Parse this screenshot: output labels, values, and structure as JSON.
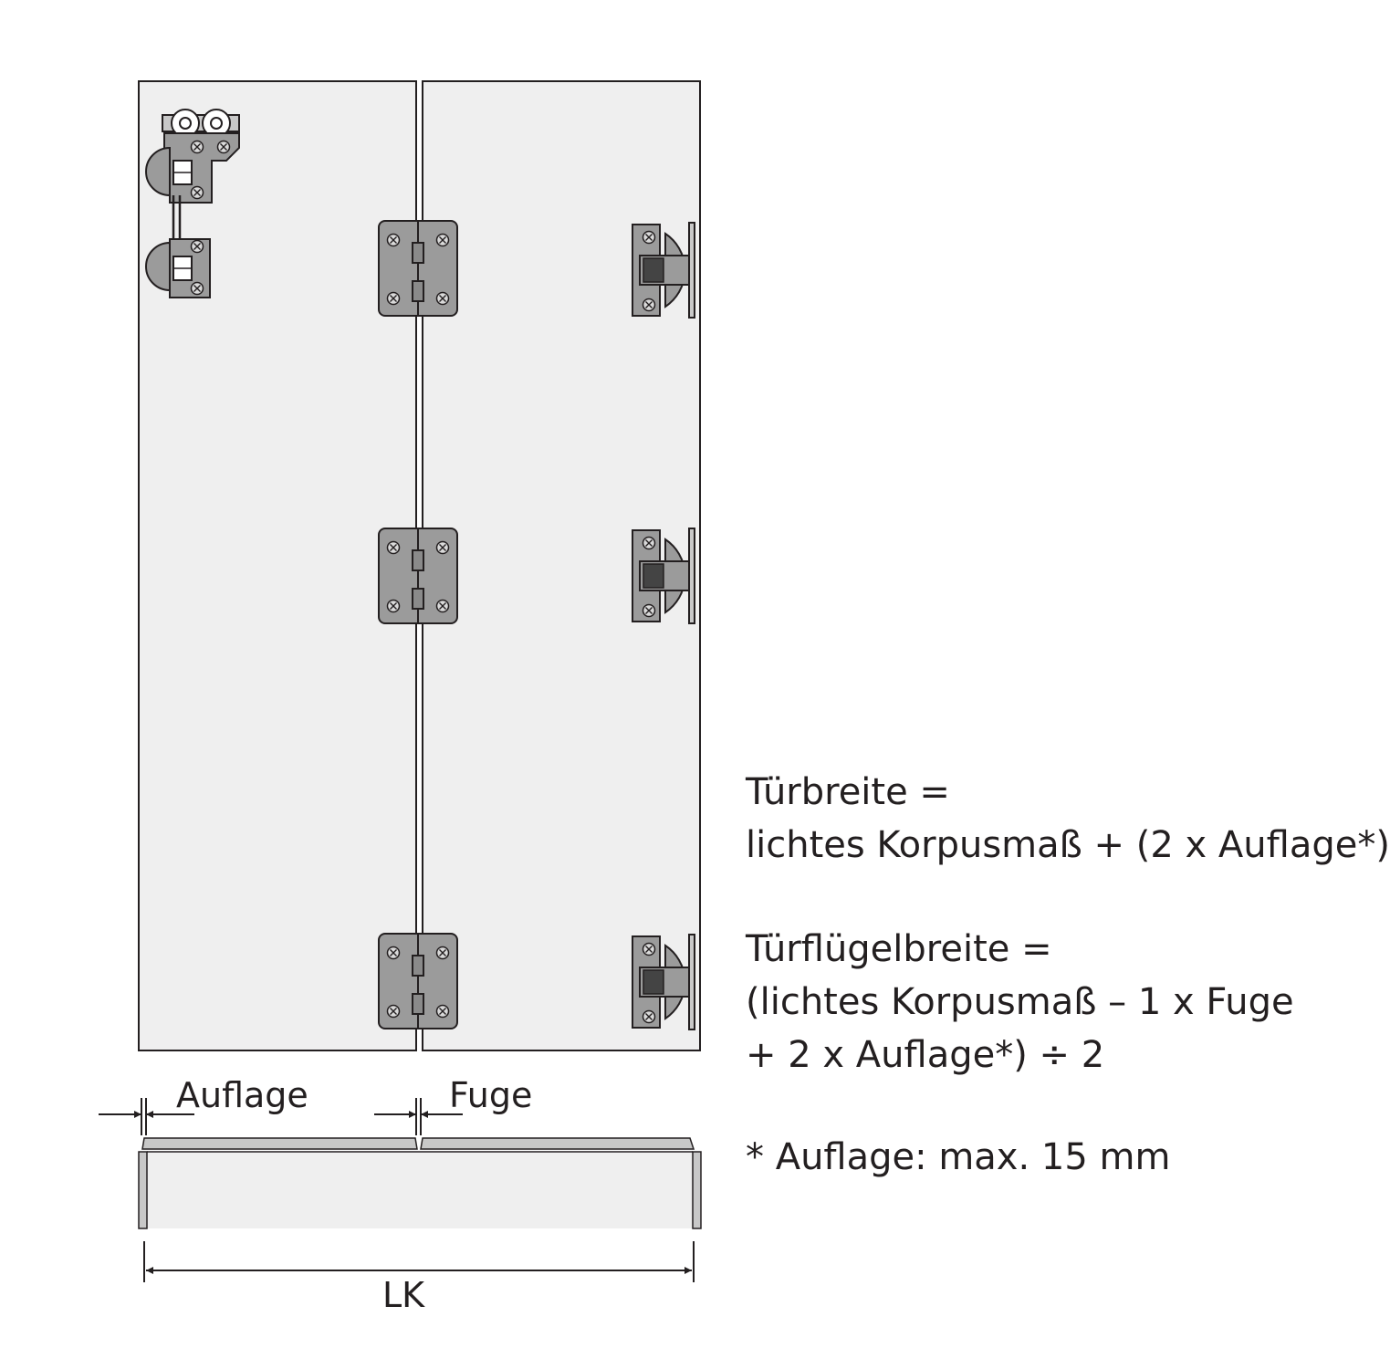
{
  "labels": {
    "auflage": "Auflage",
    "fuge": "Fuge",
    "lk": "LK"
  },
  "formulas": {
    "door_width_title": "Türbreite =",
    "door_width_expr": "lichtes Korpusmaß + (2 x Auflage*)",
    "leaf_width_title": "Türflügelbreite =",
    "leaf_width_expr_1": "(lichtes Korpusmaß – 1 x Fuge",
    "leaf_width_expr_2": "+ 2 x Auflage*) ÷ 2",
    "footnote": "*  Auflage: max. 15 mm"
  },
  "colors": {
    "panel_fill": "#efefef",
    "outline": "#231f20",
    "hardware": "#9b9b9b",
    "hardware_dark": "#6e6e6e",
    "section_fill": "#c8c8c8"
  }
}
